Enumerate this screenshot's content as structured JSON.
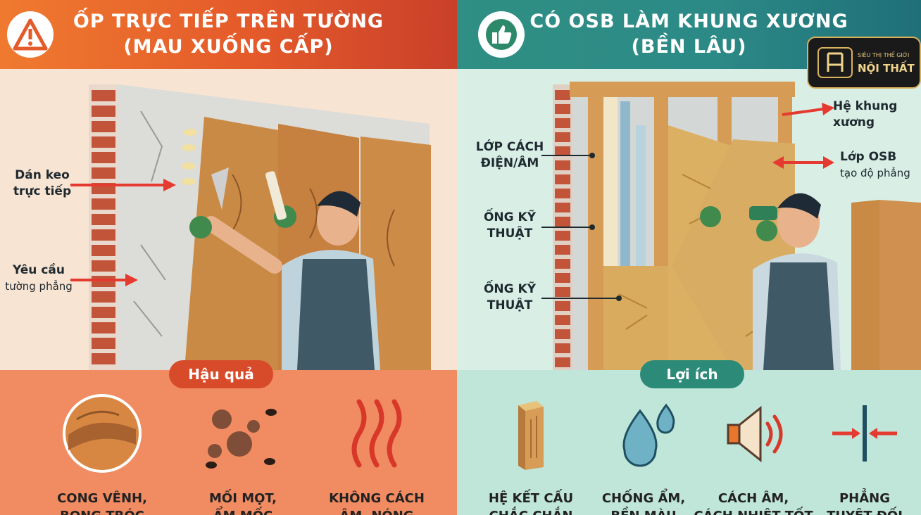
{
  "left": {
    "header": {
      "line1": "ỐP TRỰC TIẾP TRÊN TƯỜNG",
      "line2": "(MAU XUỐNG CẤP)"
    },
    "badge_icon": "warning-icon",
    "callouts": [
      {
        "line1": "Dán keo",
        "line2": "trực tiếp"
      },
      {
        "line1": "Yêu cầu",
        "line2": "tường phẳng"
      }
    ],
    "section_label": "Hậu quả",
    "items": [
      {
        "icon": "warped-wood-icon",
        "line1": "CONG VÊNH,",
        "line2": "BONG TRÓC"
      },
      {
        "icon": "termite-mold-icon",
        "line1": "MỐI MỌT,",
        "line2": "ẨM MỐC"
      },
      {
        "icon": "heat-waves-icon",
        "line1": "KHÔNG CÁCH",
        "line2": "ÂM, NÓNG"
      }
    ]
  },
  "right": {
    "header": {
      "line1": "CÓ OSB LÀM KHUNG XƯƠNG",
      "line2": "(BỀN LÂU)"
    },
    "badge_icon": "thumbs-up-icon",
    "callouts_left": [
      {
        "line1": "LỚP CÁCH",
        "line2": "ĐIỆN/ÂM"
      },
      {
        "line1": "ỐNG KỸ",
        "line2": "THUẬT"
      },
      {
        "line1": "ỐNG KỸ",
        "line2": "THUẬT"
      }
    ],
    "callouts_right": [
      {
        "line1": "Hệ khung",
        "line2": "xương"
      },
      {
        "line1": "Lớp OSB",
        "line2": "tạo độ phẳng"
      }
    ],
    "section_label": "Lợi ích",
    "items": [
      {
        "icon": "wood-beam-icon",
        "line1": "HỆ KẾT CẤU",
        "line2": "CHẮC CHẮN"
      },
      {
        "icon": "water-drops-icon",
        "line1": "CHỐNG ẨM,",
        "line2": "BỀN MÀU"
      },
      {
        "icon": "speaker-icon",
        "line1": "CÁCH ÂM,",
        "line2": "CÁCH NHIỆT TỐT"
      },
      {
        "icon": "flat-arrows-icon",
        "line1": "PHẲNG",
        "line2": "TUYỆT ĐỐI"
      }
    ]
  },
  "logo": {
    "sub": "SIÊU THỊ THẾ GIỚI",
    "main": "NỘI THẤT"
  },
  "colors": {
    "left_accent": "#e45a2a",
    "right_accent": "#2c8a86",
    "arrow_red": "#e53a2f"
  }
}
